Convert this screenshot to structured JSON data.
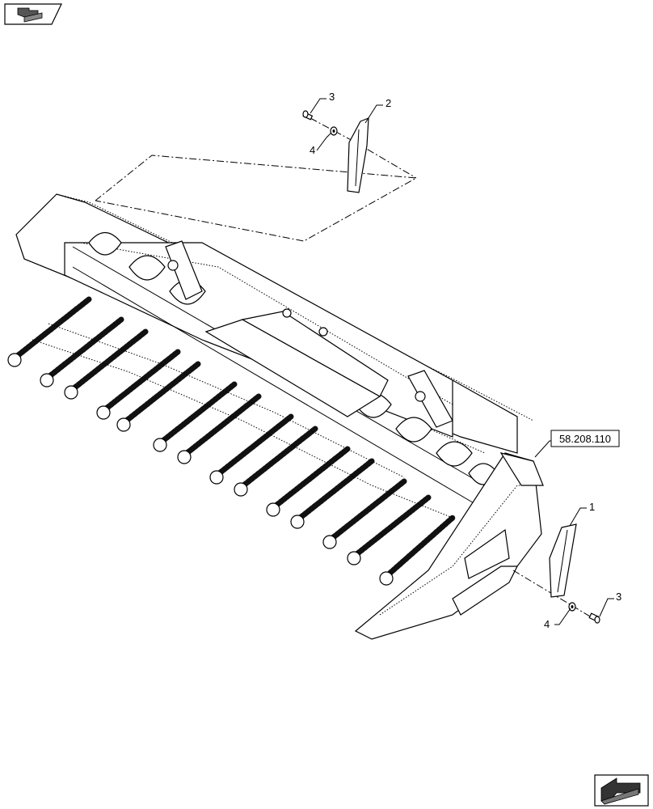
{
  "callouts": {
    "top_bolt": "3",
    "top_washer": "4",
    "top_plate": "2",
    "bottom_plate": "1",
    "bottom_washer": "4",
    "bottom_bolt": "3"
  },
  "reference": {
    "label": "58.208.110"
  },
  "icons": {
    "top_left": "previous-page-icon",
    "bottom_right": "next-page-icon"
  }
}
